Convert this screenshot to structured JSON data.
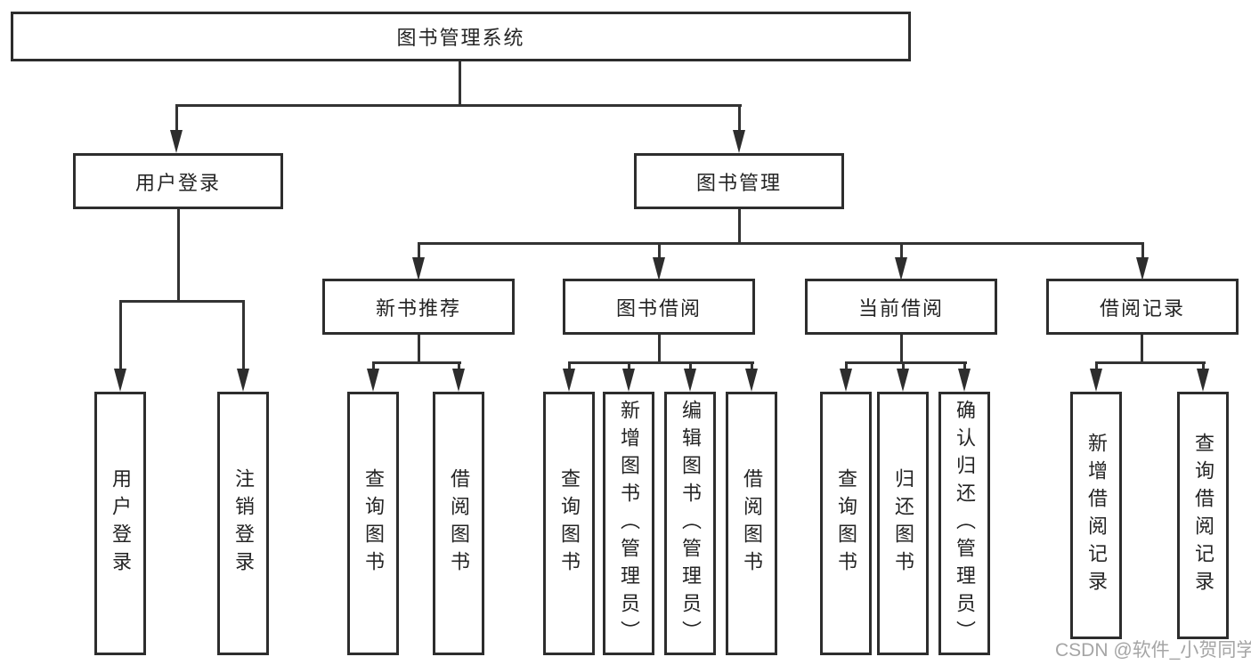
{
  "root": {
    "label": "图书管理系统"
  },
  "level2": [
    {
      "label": "用户登录"
    },
    {
      "label": "图书管理"
    }
  ],
  "level3": [
    {
      "label": "新书推荐"
    },
    {
      "label": "图书借阅"
    },
    {
      "label": "当前借阅"
    },
    {
      "label": "借阅记录"
    }
  ],
  "leaves": [
    {
      "label": "用户登录",
      "parent": "用户登录"
    },
    {
      "label": "注销登录",
      "parent": "用户登录"
    },
    {
      "label": "查询图书",
      "parent": "新书推荐"
    },
    {
      "label": "借阅图书",
      "parent": "新书推荐"
    },
    {
      "label": "查询图书",
      "parent": "图书借阅"
    },
    {
      "label": "新增图书（管理员）",
      "parent": "图书借阅"
    },
    {
      "label": "编辑图书（管理员）",
      "parent": "图书借阅"
    },
    {
      "label": "借阅图书",
      "parent": "图书借阅"
    },
    {
      "label": "查询图书",
      "parent": "当前借阅"
    },
    {
      "label": "归还图书",
      "parent": "当前借阅"
    },
    {
      "label": "确认归还（管理员）",
      "parent": "当前借阅"
    },
    {
      "label": "新增借阅记录",
      "parent": "借阅记录"
    },
    {
      "label": "查询借阅记录",
      "parent": "借阅记录"
    }
  ],
  "watermark": "CSDN @软件_小贺同学",
  "colors": {
    "line": "#333333",
    "border": "#2d2d2d",
    "text": "#242424",
    "watermark": "#a5a5a5",
    "background": "#ffffff"
  }
}
